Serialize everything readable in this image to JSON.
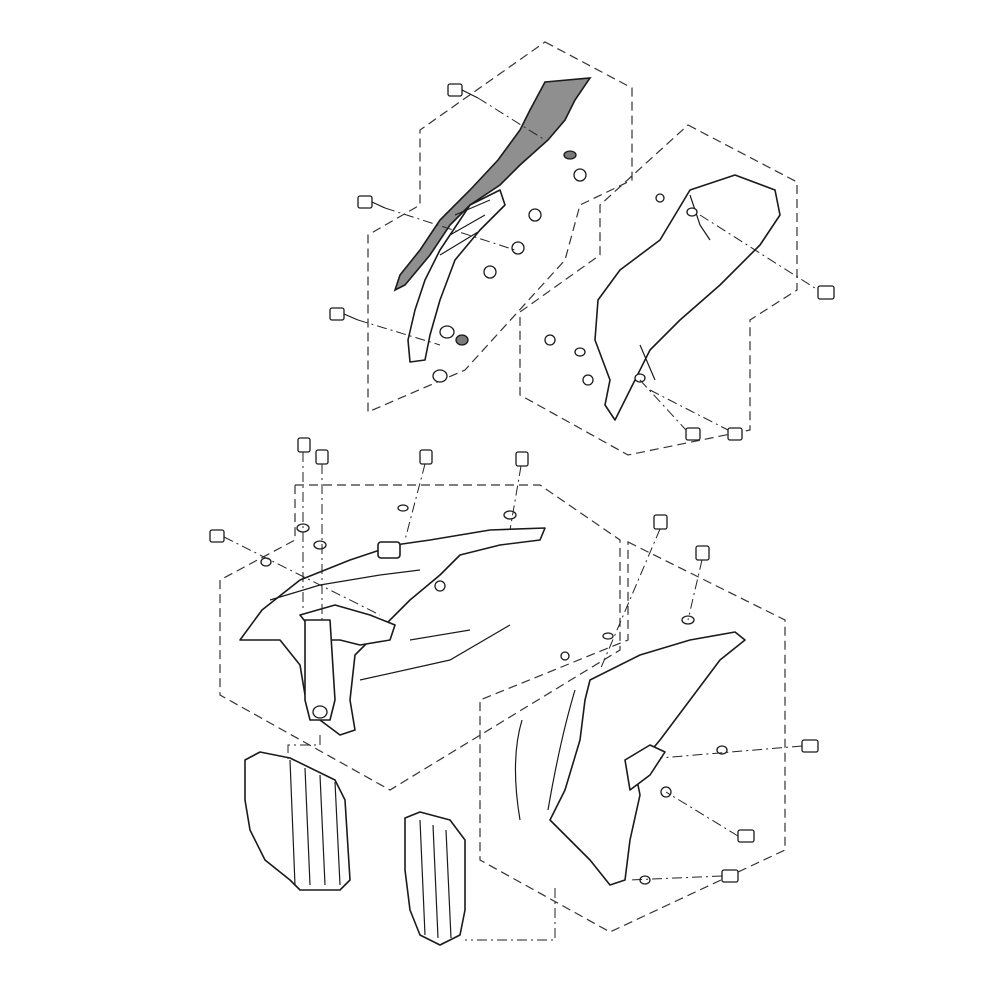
{
  "diagram": {
    "type": "exploded-parts-view",
    "highlight_color": "#8f8f8f",
    "line_color": "#1a1a1a",
    "background": "#ffffff",
    "groups": [
      {
        "id": "g1",
        "highlighted": true
      },
      {
        "id": "g2",
        "highlighted": false
      },
      {
        "id": "g3",
        "highlighted": false
      },
      {
        "id": "g4",
        "highlighted": false
      },
      {
        "id": "g5",
        "highlighted": false
      }
    ]
  }
}
